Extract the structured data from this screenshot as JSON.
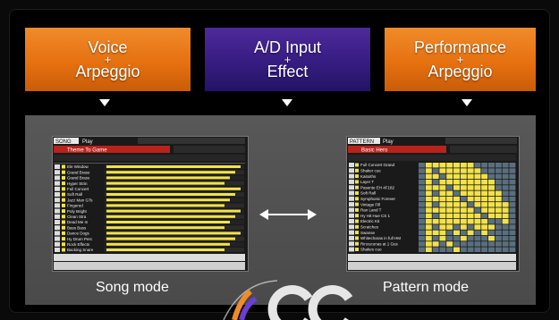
{
  "sources": [
    {
      "line1": "Voice",
      "plus": "+",
      "line2": "Arpeggio"
    },
    {
      "line1": "A/D Input",
      "plus": "+",
      "line2": "Effect"
    },
    {
      "line1": "Performance",
      "plus": "+",
      "line2": "Arpeggio"
    }
  ],
  "modes": {
    "song_label": "Song mode",
    "pattern_label": "Pattern mode"
  },
  "song_screen": {
    "tab": "SONG",
    "title": "Play",
    "song_name": "Theme To Game",
    "track_names": [
      "Ele Window",
      "Grand Brass",
      "Grand Brass",
      "Hyper Strin",
      "Full Concert",
      "Soft Rall",
      "Jazz Man GTs",
      "Fingered",
      "Poly Bright",
      "Clean Stra",
      "Dead Me In",
      "Bass Bass",
      "Dance Dogs",
      "Hy Drum Perc",
      "Rock Effects",
      "Backing Snare"
    ]
  },
  "pattern_screen": {
    "tab": "PATTERN",
    "title": "Play",
    "pattern_name": "Basic Hero",
    "track_names": [
      "Full Concert Grand",
      "Shaker cue",
      "Kaitoiths",
      "Layer T",
      "Pasente EH 4F182",
      "Soft Rall",
      "Symphonic Forever",
      "Vintage Fill",
      "Ran Land T",
      "Hy Hit Hue CS 1",
      "Electric Kit",
      "Scratches",
      "Swanse",
      "Whitecharas in full HM",
      "Rincuconas at 1 Gus",
      "Shakes cuo"
    ]
  },
  "colors": {
    "orange": "#e67110",
    "purple": "#3a1e86",
    "panel": "#525252",
    "yellow": "#f2e24a",
    "red_title": "#b8231b"
  }
}
